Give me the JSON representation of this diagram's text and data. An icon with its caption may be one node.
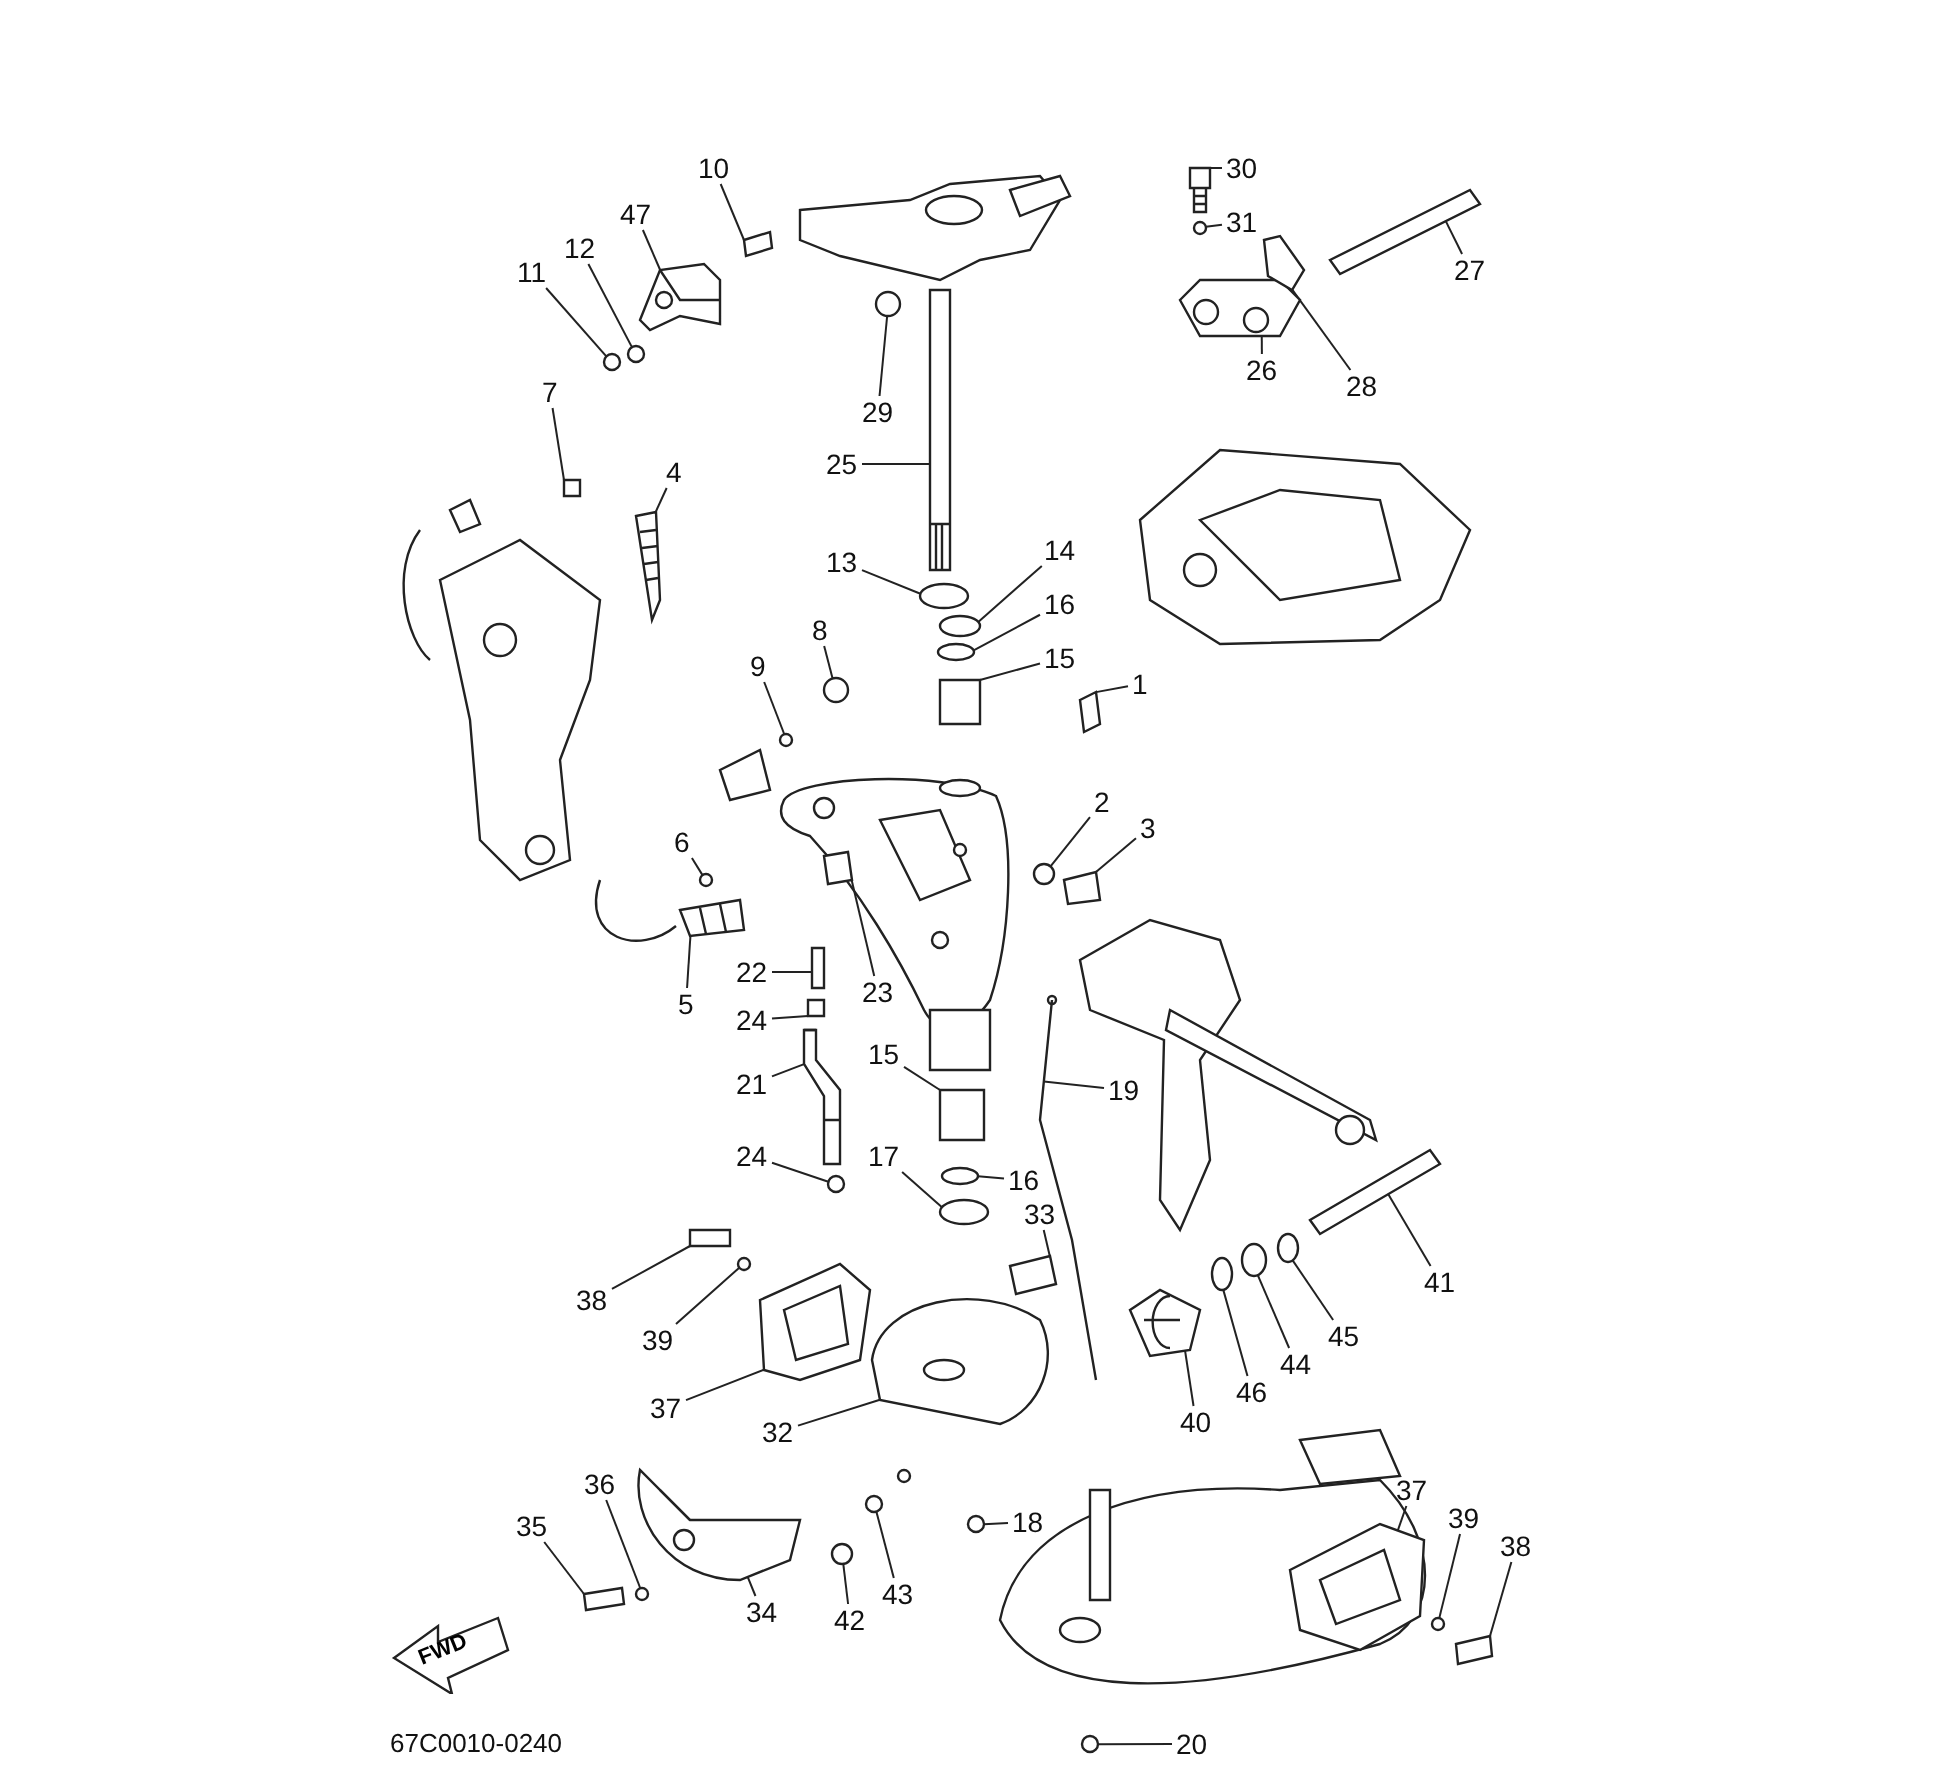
{
  "diagram": {
    "nodes": [
      {
        "text": [
          "10"
        ]
      },
      {
        "text": [
          "30"
        ]
      },
      {
        "text": [
          "47"
        ]
      },
      {
        "text": [
          "31"
        ]
      },
      {
        "text": [
          "12"
        ]
      },
      {
        "text": [
          "11"
        ]
      },
      {
        "text": [
          "27"
        ]
      },
      {
        "text": [
          "26"
        ]
      },
      {
        "text": [
          "28"
        ]
      },
      {
        "text": [
          "7"
        ]
      },
      {
        "text": [
          "29"
        ]
      },
      {
        "text": [
          "25"
        ]
      },
      {
        "text": [
          "4"
        ]
      },
      {
        "text": [
          "13"
        ]
      },
      {
        "text": [
          "14"
        ]
      },
      {
        "text": [
          "16"
        ]
      },
      {
        "text": [
          "8"
        ]
      },
      {
        "text": [
          "15"
        ]
      },
      {
        "text": [
          "9"
        ]
      },
      {
        "text": [
          "1"
        ]
      },
      {
        "text": [
          "2"
        ]
      },
      {
        "text": [
          "3"
        ]
      },
      {
        "text": [
          "6"
        ]
      },
      {
        "text": [
          "22"
        ]
      },
      {
        "text": [
          "23"
        ]
      },
      {
        "text": [
          "5"
        ]
      },
      {
        "text": [
          "24"
        ]
      },
      {
        "text": [
          "15"
        ]
      },
      {
        "text": [
          "19"
        ]
      },
      {
        "text": [
          "21"
        ]
      },
      {
        "text": [
          "24"
        ]
      },
      {
        "text": [
          "17"
        ]
      },
      {
        "text": [
          "16"
        ]
      },
      {
        "text": [
          "33"
        ]
      },
      {
        "text": [
          "41"
        ]
      },
      {
        "text": [
          "38"
        ]
      },
      {
        "text": [
          "45"
        ]
      },
      {
        "text": [
          "39"
        ]
      },
      {
        "text": [
          "44"
        ]
      },
      {
        "text": [
          "46"
        ]
      },
      {
        "text": [
          "37"
        ]
      },
      {
        "text": [
          "40"
        ]
      },
      {
        "text": [
          "32"
        ]
      },
      {
        "text": [
          "36"
        ]
      },
      {
        "text": [
          "37"
        ]
      },
      {
        "text": [
          "39"
        ]
      },
      {
        "text": [
          "18"
        ]
      },
      {
        "text": [
          "35"
        ]
      },
      {
        "text": [
          "38"
        ]
      },
      {
        "text": [
          "43"
        ]
      },
      {
        "text": [
          "34"
        ]
      },
      {
        "text": [
          "42"
        ]
      },
      {
        "text": [
          "20"
        ]
      },
      {
        "text": [],
        "shape": "box"
      },
      {
        "text": [],
        "shape": "picture"
      },
      {
        "text": [],
        "shape": "picture"
      },
      {
        "text": [],
        "shape": "circle"
      },
      {
        "text": [],
        "shape": "circle"
      },
      {
        "text": [],
        "shape": "circle"
      },
      {
        "text": [],
        "shape": "box"
      },
      {
        "text": [],
        "shape": "picture"
      },
      {
        "text": [],
        "shape": "box"
      },
      {
        "text": [],
        "shape": "box"
      },
      {
        "text": [],
        "shape": "circle"
      },
      {
        "text": [],
        "shape": "picture"
      },
      {
        "text": [],
        "shape": "picture"
      },
      {
        "text": [],
        "shape": "circle"
      },
      {
        "text": [],
        "shape": "circle"
      },
      {
        "text": [],
        "shape": "circle"
      },
      {
        "text": [],
        "shape": "circle"
      },
      {
        "text": [],
        "shape": "box"
      },
      {
        "text": [],
        "shape": "circle"
      },
      {
        "text": [],
        "shape": "box"
      },
      {
        "text": [],
        "shape": "circle"
      },
      {
        "text": [],
        "shape": "box"
      },
      {
        "text": [],
        "shape": "circle"
      },
      {
        "text": [],
        "shape": "box"
      },
      {
        "text": [],
        "shape": "box"
      },
      {
        "text": [],
        "shape": "picture"
      },
      {
        "text": [],
        "shape": "box"
      },
      {
        "text": [],
        "shape": "box"
      },
      {
        "text": [],
        "shape": "picture"
      },
      {
        "text": [],
        "shape": "picture"
      },
      {
        "text": [],
        "shape": "circle"
      },
      {
        "text": [],
        "shape": "circle"
      },
      {
        "text": [],
        "shape": "circle"
      },
      {
        "text": [],
        "shape": "box"
      },
      {
        "text": [],
        "shape": "box"
      },
      {
        "text": [],
        "shape": "box"
      },
      {
        "text": [],
        "shape": "circle"
      },
      {
        "text": [],
        "shape": "circle"
      },
      {
        "text": [],
        "shape": "circle"
      },
      {
        "text": [],
        "shape": "circle"
      },
      {
        "text": [],
        "shape": "picture"
      },
      {
        "text": [],
        "shape": "picture"
      },
      {
        "text": [],
        "shape": "picture"
      },
      {
        "text": [],
        "shape": "circle"
      },
      {
        "text": [],
        "shape": "picture"
      },
      {
        "text": [],
        "shape": "circle"
      },
      {
        "text": [],
        "shape": "circle"
      },
      {
        "text": [],
        "shape": "box"
      },
      {
        "text": [],
        "shape": "box"
      },
      {
        "text": [],
        "shape": "circle"
      },
      {
        "text": [],
        "shape": "picture"
      },
      {
        "text": [],
        "shape": "circle"
      },
      {
        "text": [],
        "shape": "circle"
      },
      {
        "text": [
          "FWD"
        ]
      }
    ],
    "edges": [
      {
        "from": 0,
        "to": 53,
        "arrow": "none"
      },
      {
        "from": 1,
        "to": 54,
        "arrow": "none"
      },
      {
        "from": 2,
        "to": 55,
        "arrow": "none"
      },
      {
        "from": 3,
        "to": 56,
        "arrow": "none"
      },
      {
        "from": 4,
        "to": 57,
        "arrow": "none"
      },
      {
        "from": 5,
        "to": 58,
        "arrow": "none"
      },
      {
        "from": 6,
        "to": 59,
        "arrow": "none"
      },
      {
        "from": 7,
        "to": 60,
        "arrow": "none"
      },
      {
        "from": 8,
        "to": 61,
        "arrow": "none"
      },
      {
        "from": 9,
        "to": 62,
        "arrow": "none"
      },
      {
        "from": 10,
        "to": 63,
        "arrow": "none"
      },
      {
        "from": 11,
        "to": 64,
        "arrow": "none"
      },
      {
        "from": 12,
        "to": 65,
        "arrow": "none"
      },
      {
        "from": 13,
        "to": 66,
        "arrow": "none"
      },
      {
        "from": 14,
        "to": 67,
        "arrow": "none"
      },
      {
        "from": 15,
        "to": 68,
        "arrow": "none"
      },
      {
        "from": 16,
        "to": 69,
        "arrow": "none"
      },
      {
        "from": 17,
        "to": 70,
        "arrow": "none"
      },
      {
        "from": 18,
        "to": 71,
        "arrow": "none"
      },
      {
        "from": 19,
        "to": 72,
        "arrow": "none"
      },
      {
        "from": 20,
        "to": 73,
        "arrow": "none"
      },
      {
        "from": 21,
        "to": 74,
        "arrow": "none"
      },
      {
        "from": 22,
        "to": 75,
        "arrow": "none"
      },
      {
        "from": 23,
        "to": 76,
        "arrow": "none"
      },
      {
        "from": 24,
        "to": 77,
        "arrow": "none"
      },
      {
        "from": 25,
        "to": 78,
        "arrow": "none"
      },
      {
        "from": 26,
        "to": 79,
        "arrow": "none"
      },
      {
        "from": 27,
        "to": 80,
        "arrow": "none"
      },
      {
        "from": 28,
        "to": 81,
        "arrow": "none"
      },
      {
        "from": 29,
        "to": 82,
        "arrow": "none"
      },
      {
        "from": 30,
        "to": 83,
        "arrow": "none"
      },
      {
        "from": 31,
        "to": 84,
        "arrow": "none"
      },
      {
        "from": 32,
        "to": 85,
        "arrow": "none"
      },
      {
        "from": 33,
        "to": 86,
        "arrow": "none"
      },
      {
        "from": 34,
        "to": 87,
        "arrow": "none"
      },
      {
        "from": 35,
        "to": 88,
        "arrow": "none"
      },
      {
        "from": 36,
        "to": 89,
        "arrow": "none"
      },
      {
        "from": 37,
        "to": 90,
        "arrow": "none"
      },
      {
        "from": 38,
        "to": 91,
        "arrow": "none"
      },
      {
        "from": 39,
        "to": 92,
        "arrow": "none"
      },
      {
        "from": 40,
        "to": 93,
        "arrow": "none"
      },
      {
        "from": 41,
        "to": 94,
        "arrow": "none"
      },
      {
        "from": 42,
        "to": 95,
        "arrow": "none"
      },
      {
        "from": 43,
        "to": 96,
        "arrow": "none"
      },
      {
        "from": 44,
        "to": 97,
        "arrow": "none"
      },
      {
        "from": 45,
        "to": 98,
        "arrow": "none"
      },
      {
        "from": 46,
        "to": 99,
        "arrow": "none"
      },
      {
        "from": 47,
        "to": 100,
        "arrow": "none"
      },
      {
        "from": 48,
        "to": 101,
        "arrow": "none"
      },
      {
        "from": 49,
        "to": 102,
        "arrow": "none"
      },
      {
        "from": 50,
        "to": 103,
        "arrow": "none"
      },
      {
        "from": 51,
        "to": 104,
        "arrow": "none"
      },
      {
        "from": 52,
        "to": 105,
        "arrow": "none"
      }
    ],
    "labels": [
      "67C0010-0240"
    ]
  }
}
